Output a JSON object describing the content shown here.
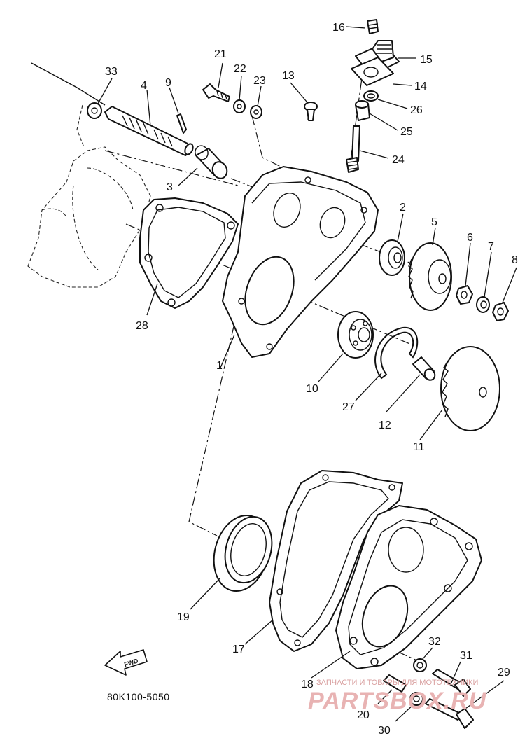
{
  "diagram": {
    "parts": [
      {
        "id": "1",
        "label": "1"
      },
      {
        "id": "2",
        "label": "2"
      },
      {
        "id": "3",
        "label": "3"
      },
      {
        "id": "4",
        "label": "4"
      },
      {
        "id": "5",
        "label": "5"
      },
      {
        "id": "6",
        "label": "6"
      },
      {
        "id": "7",
        "label": "7"
      },
      {
        "id": "8",
        "label": "8"
      },
      {
        "id": "9",
        "label": "9"
      },
      {
        "id": "10",
        "label": "10"
      },
      {
        "id": "11",
        "label": "11"
      },
      {
        "id": "12",
        "label": "12"
      },
      {
        "id": "13",
        "label": "13"
      },
      {
        "id": "14",
        "label": "14"
      },
      {
        "id": "15",
        "label": "15"
      },
      {
        "id": "16",
        "label": "16"
      },
      {
        "id": "17",
        "label": "17"
      },
      {
        "id": "18",
        "label": "18"
      },
      {
        "id": "19",
        "label": "19"
      },
      {
        "id": "20",
        "label": "20"
      },
      {
        "id": "21",
        "label": "21"
      },
      {
        "id": "22",
        "label": "22"
      },
      {
        "id": "23",
        "label": "23"
      },
      {
        "id": "24",
        "label": "24"
      },
      {
        "id": "25",
        "label": "25"
      },
      {
        "id": "26",
        "label": "26"
      },
      {
        "id": "27",
        "label": "27"
      },
      {
        "id": "28",
        "label": "28"
      },
      {
        "id": "29",
        "label": "29"
      },
      {
        "id": "30",
        "label": "30"
      },
      {
        "id": "31",
        "label": "31"
      },
      {
        "id": "32",
        "label": "32"
      },
      {
        "id": "33",
        "label": "33"
      }
    ],
    "code": "80K100-5050",
    "direction_badge": "FWD"
  },
  "watermark": {
    "line1": "ЗАПЧАСТИ И ТОВАРЫ ДЛЯ МОТОТЕХНИКИ",
    "line2": "PARTSBOX.RU"
  }
}
